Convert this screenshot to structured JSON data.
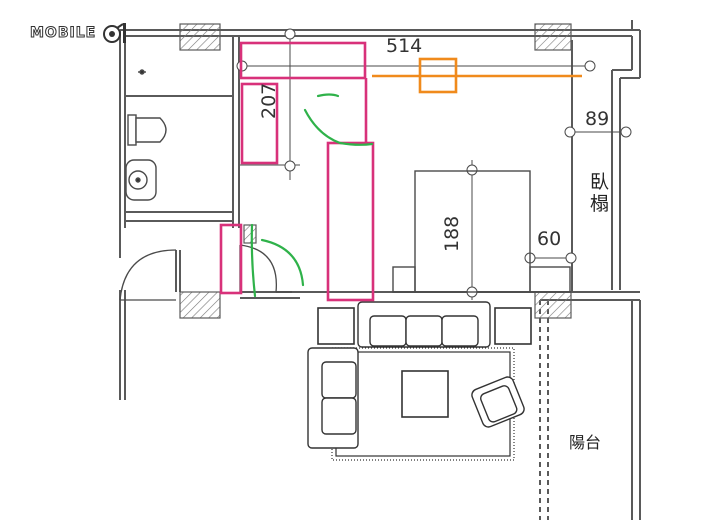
{
  "watermark": {
    "text": "MOBILE",
    "mark_icon": "helmet-logo-icon"
  },
  "dimensions": {
    "width_top": "514",
    "depth_right": "89",
    "bed_length": "188",
    "closet_width": "207",
    "bed_width": "60"
  },
  "rooms": {
    "bedroom": "臥榻",
    "balcony": "陽台"
  },
  "colors": {
    "wall": "#6b6b6b",
    "line": "#4a4a4a",
    "hatch": "#7a7a7a",
    "pink_markup": "#d8317a",
    "green_markup": "#2fb24a",
    "orange_markup": "#f08a1c"
  }
}
